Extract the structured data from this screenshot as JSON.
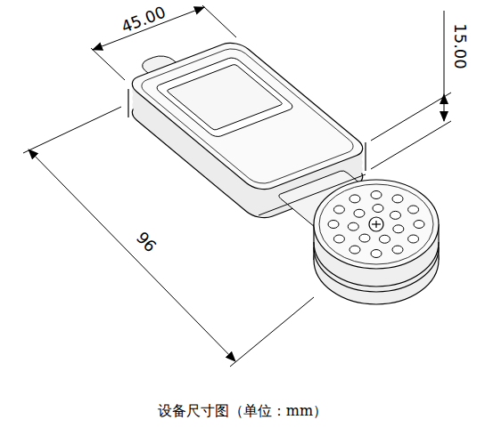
{
  "diagram": {
    "caption": "设备尺寸图（单位：mm）",
    "labels": [
      "45.00",
      "15.00",
      "96"
    ]
  }
}
